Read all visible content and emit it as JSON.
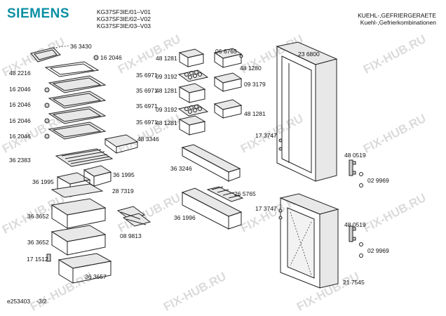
{
  "header": {
    "brand": "SIEMENS",
    "models": [
      "KG37SF3IE/01–V01",
      "KG37SF3IE/02–V02",
      "KG37SF3IE/03–V03"
    ],
    "category_1": "KUEHL-,GEFRIERGERAETE",
    "category_2": "Kuehl-,Gefrierkombinationen"
  },
  "footer": {
    "doc_id": "e253403",
    "page": "-3/2"
  },
  "watermark": "FIX-HUB.RU",
  "parts": {
    "p363430": "36 3430",
    "p162046_a": "16 2046",
    "p482216": "48 2216",
    "p356971_a": "35 6971",
    "p162046_b": "16 2046",
    "p356971_b": "35 6971",
    "p162046_c": "16 2046",
    "p356971_c": "35 6971",
    "p162046_d": "16 2046",
    "p356971_d": "35 6971",
    "p162046_e": "16 2046",
    "p483346": "48 3346",
    "p362383": "36 2383",
    "p361995_a": "36 1995",
    "p361995_b": "36 1995",
    "p287319": "28 7319",
    "p363652_a": "36 3652",
    "p363652_b": "36 3652",
    "p089813": "08 9813",
    "p171512": "17 1512",
    "p363657": "36 3657",
    "p481281_a": "48 1281",
    "p066765": "06 6765",
    "p481280": "48 1280",
    "p093192_a": "09 3192",
    "p481281_b": "48 1281",
    "p093179": "09 3179",
    "p093192_b": "09 3192",
    "p481281_c": "48 1281",
    "p481281_d": "48 1281",
    "p363246": "36 3246",
    "p265765": "26 5765",
    "p361996": "36 1996",
    "p236800": "23 6800",
    "p173747_a": "17 3747",
    "p173747_b": "17 3747",
    "p480519_a": "48 0519",
    "p029969_a": "02 9969",
    "p480519_b": "48 0519",
    "p029969_b": "02 9969",
    "p217545": "21 7545"
  }
}
